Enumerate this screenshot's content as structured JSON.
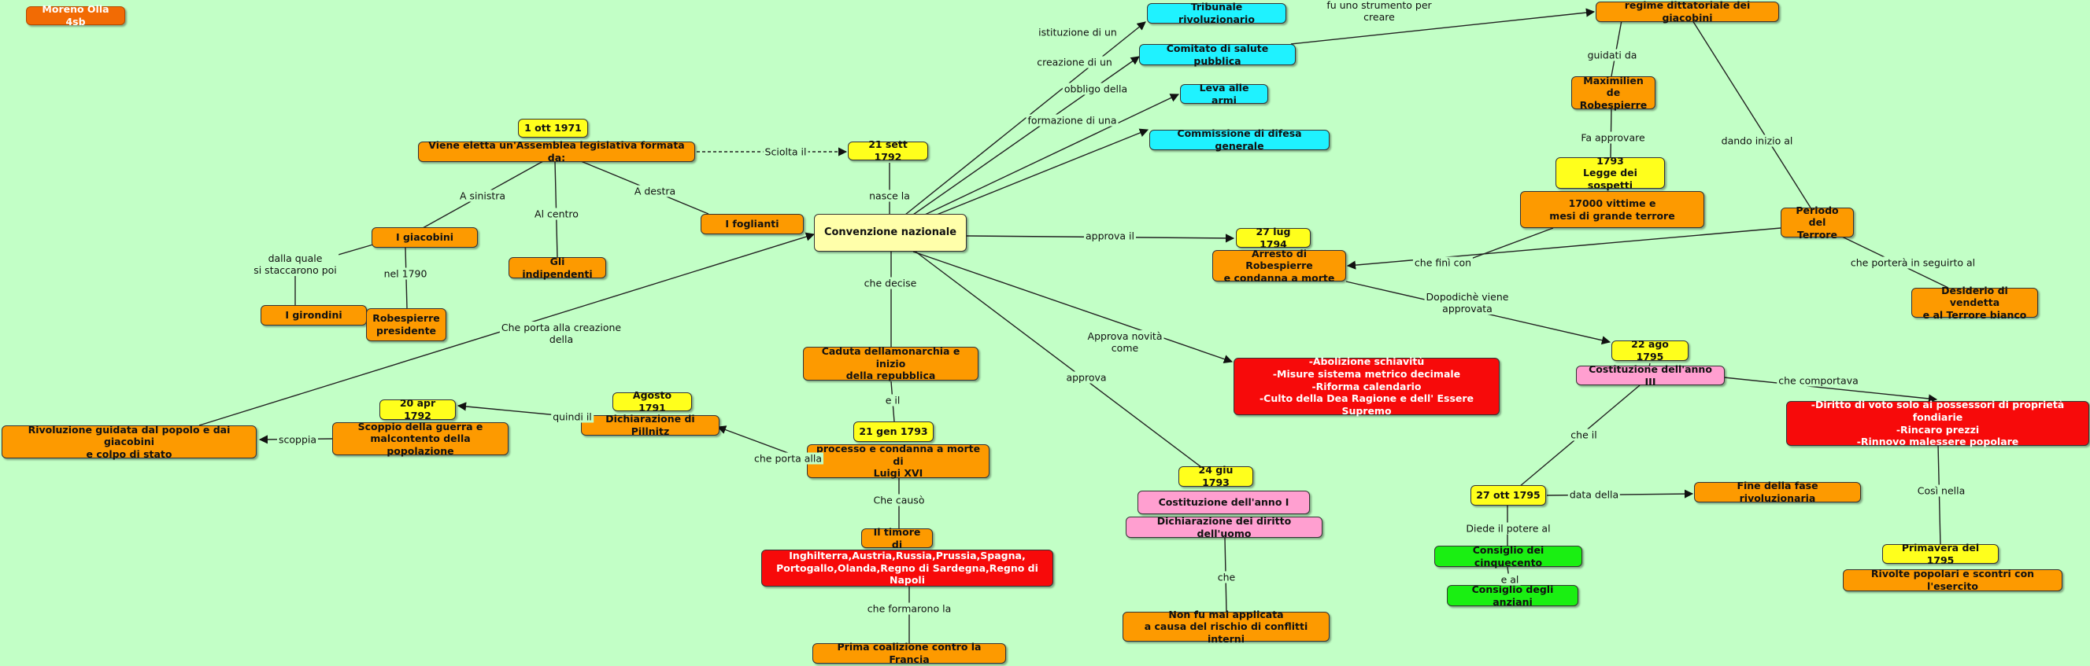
{
  "author": "Moreno Olla 4sb",
  "nodes": {
    "date_1ott1971": "1 ott 1971",
    "assemblea": "Viene eletta un'Assemblea legislativa formata da:",
    "giacobini": "I giacobini",
    "indipendenti": "Gli indipendenti",
    "foglianti": "I foglianti",
    "girondini": "I girondini",
    "robespierre_pres": "Robespierre\npresidente",
    "date_21sett1792": "21 sett 1792",
    "convenzione": "Convenzione nazionale",
    "tribunale": "Tribunale rivoluzionario",
    "comitato": "Comitato di salute pubblica",
    "leva": "Leva alle armi",
    "commissione": "Commissione di difesa generale",
    "regime": "regime dittatoriale dei giacobini",
    "maximilien": "Maximilien de\nRobespierre",
    "legge_sospetti": "1793\nLegge dei sospetti",
    "vittime": "17000 vittime e\nmesi di grande terrore",
    "periodo_terrore": "Periodo del\nTerrore",
    "vendetta": "Desiderio di vendetta\ne al Terrore bianco",
    "date_27lug1794": "27 lug 1794",
    "arresto": "Arresto di Robespierre\ne condanna a morte",
    "date_22ago1795": "22 ago 1795",
    "costituzione_iii": "Costituzione dell'anno III",
    "diritto_voto": "-Diritto di voto solo ai possessori di proprietà fondiarie\n-Rincaro prezzi\n-Rinnovo malessere popolare",
    "primavera": "Primavera del 1795",
    "rivolte": "Rivolte popolari e scontri con l'esercito",
    "date_27ott1795": "27 ott 1795",
    "fine_fase": "Fine della fase rivoluzionaria",
    "cinquecento": "Consiglio dei cinquecento",
    "anziani": "Consiglio degli anziani",
    "novita": "-Abolizione schiavitù\n-Misure sistema metrico decimale\n-Riforma calendario\n-Culto della Dea Ragione e dell' Essere Supremo",
    "date_24giu1793": "24 giu 1793",
    "costituzione_i": "Costituzione dell'anno I",
    "dichiarazione_diritti": "Dichiarazione dei diritto dell'uomo",
    "mai_applicata": "Non fu mai applicata\na causa del rischio di conflitti interni",
    "caduta": "Caduta dellamonarchia e inizio\ndella repubblica",
    "date_21gen1793": "21 gen 1793",
    "processo": "processo e condanna a morte di\nLuigi XVI",
    "timore": "Il timore di",
    "paesi": "Inghilterra,Austria,Russia,Prussia,Spagna,\nPortogallo,Olanda,Regno di Sardegna,Regno di Napoli",
    "prima_coalizione": "Prima coalizione contro la Francia",
    "date_agosto1791": "Agosto 1791",
    "pillnitz": "Dichiarazione di Pillnitz",
    "date_20apr1792": "20 apr 1792",
    "scoppio": "Scoppio della guerra e\nmalcontento della popolazione",
    "rivoluzione": "Rivoluzione guidata dal popolo e dai giacobini\ne colpo di stato"
  },
  "links": {
    "sciolta": "Sciolta il",
    "a_sinistra": "A sinistra",
    "al_centro": "Al centro",
    "a_destra": "A destra",
    "dalla_quale": "dalla quale\nsi staccarono poi",
    "nel_1790": "nel 1790",
    "nasce_la": "nasce la",
    "istituzione": "istituzione di un",
    "creazione": "creazione di un",
    "obbligo": "obbligo della",
    "formazione": "formazione di una",
    "strumento": "fu uno strumento per\ncreare",
    "guidati_da": "guidati da",
    "fa_approvare": "Fa approvare",
    "dando_inizio": "dando inizio al",
    "portera": "che porterà in seguirto al",
    "che_fini": "che finì con",
    "approva_il": "approva il",
    "dopodiche": "Dopodichè viene\napprovata",
    "comportava": "che comportava",
    "cosi_nella": "Così nella",
    "che_il": "che il",
    "data_della": "data della",
    "diede": "Diede il potere al",
    "e_al": "e al",
    "approva_novita": "Approva novità\ncome",
    "approva": "approva",
    "che_decise": "che decise",
    "e_il": "e il",
    "che_causo": "Che causò",
    "che_formarono": "che formarono la",
    "che_porta_alla": "che porta alla",
    "quindi_il": "quindi il",
    "scoppia": "scoppia",
    "porta_creazione": "Che porta alla creazione\ndella"
  }
}
